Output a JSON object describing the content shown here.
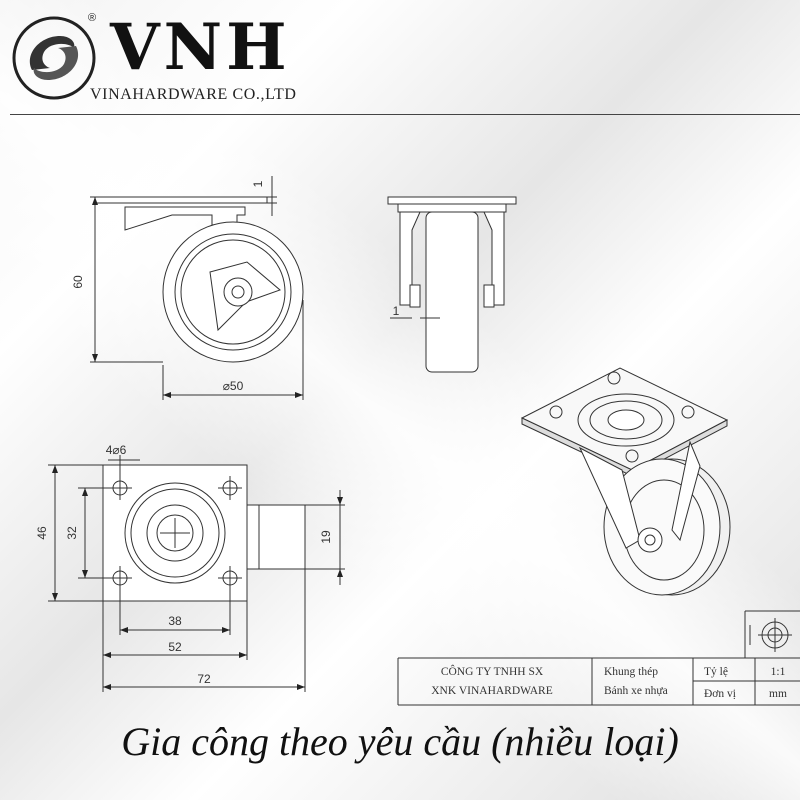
{
  "brand": {
    "logo_icon": "vnh-swoosh-logo",
    "registered_mark": "®",
    "name": "VNH",
    "company": "VINAHARDWARE CO.,LTD"
  },
  "drawing": {
    "side_view": {
      "top_thickness": "1",
      "height": "60",
      "wheel_dia": "⌀50"
    },
    "front_view": {
      "gap": "1"
    },
    "top_view": {
      "hole_callout": "4⌀6",
      "outer_height": "46",
      "hole_pitch_y": "32",
      "hole_pitch_x": "38",
      "outer_width": "52",
      "overall_length": "72",
      "wheel_width": "19"
    }
  },
  "title_block": {
    "company_line1": "CÔNG TY TNHH SX",
    "company_line2": "XNK VINAHARDWARE",
    "material_line1": "Khung thép",
    "material_line2": "Bánh xe nhựa",
    "scale_label": "Tỷ lệ",
    "scale_value": "1:1",
    "unit_label": "Đơn vị",
    "unit_value": "mm",
    "projection_icon": "projection-symbol-icon"
  },
  "tagline": "Gia công theo yêu cầu (nhiều loại)"
}
